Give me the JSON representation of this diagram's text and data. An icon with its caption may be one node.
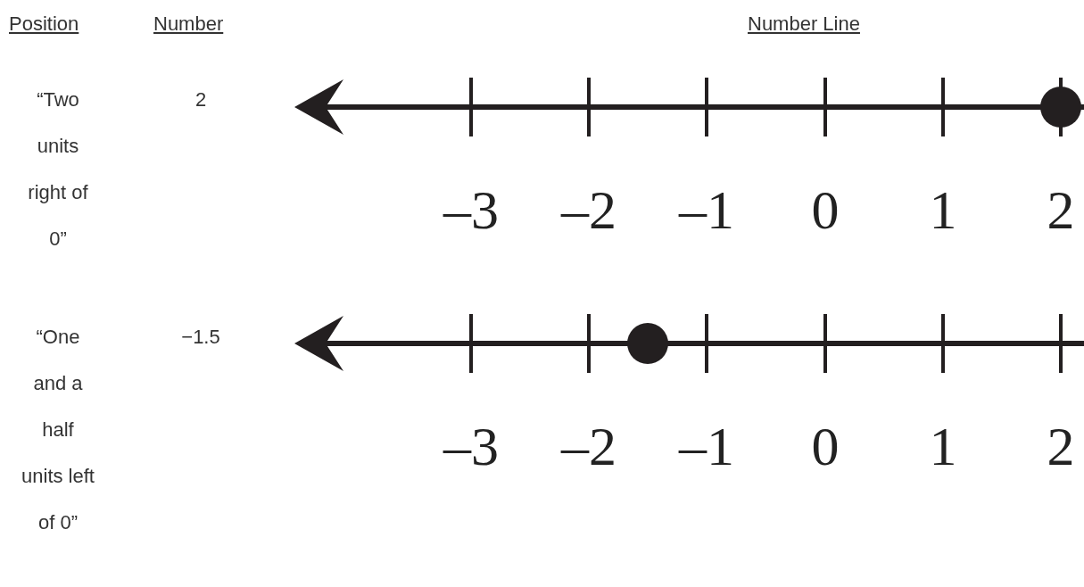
{
  "diagram": {
    "labels": [
      "Position",
      "Number",
      "Number Line",
      "“Two units right of 0”",
      "2",
      "–3",
      "–2",
      "–1",
      "0",
      "1",
      "2",
      "“One and a half units left of 0”",
      "−1.5",
      "–3",
      "–2",
      "–1",
      "0",
      "1",
      "2"
    ]
  }
}
